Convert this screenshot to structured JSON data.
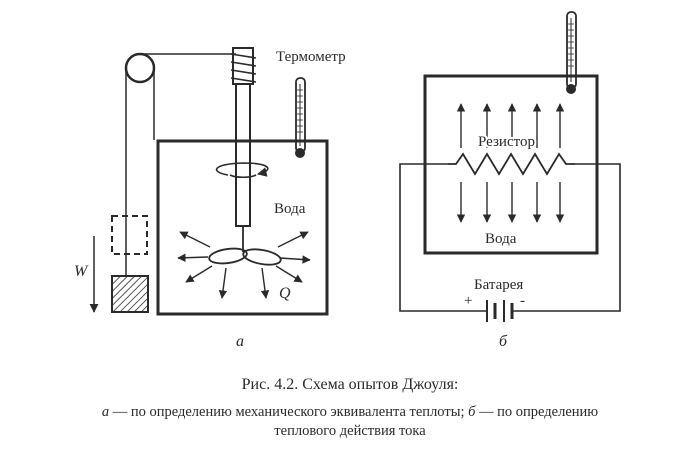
{
  "figure": {
    "left_panel": {
      "thermometer_label": "Термометр",
      "water_label": "Вода",
      "work_label": "W",
      "heat_label": "Q",
      "sublabel": "а"
    },
    "right_panel": {
      "resistor_label": "Резистор",
      "water_label": "Вода",
      "battery_label": "Батарея",
      "plus_sign": "+",
      "minus_sign": "-",
      "sublabel": "б"
    }
  },
  "caption": {
    "title": "Рис. 4.2. Схема опытов Джоуля:",
    "part_a_marker": "а",
    "line1_text": " — по определению механического эквивалента теплоты; ",
    "part_b_marker": "б",
    "line1_tail": " — по определению",
    "line2": "теплового действия тока"
  },
  "colors": {
    "ink": "#2a2a2a",
    "background": "#ffffff"
  }
}
